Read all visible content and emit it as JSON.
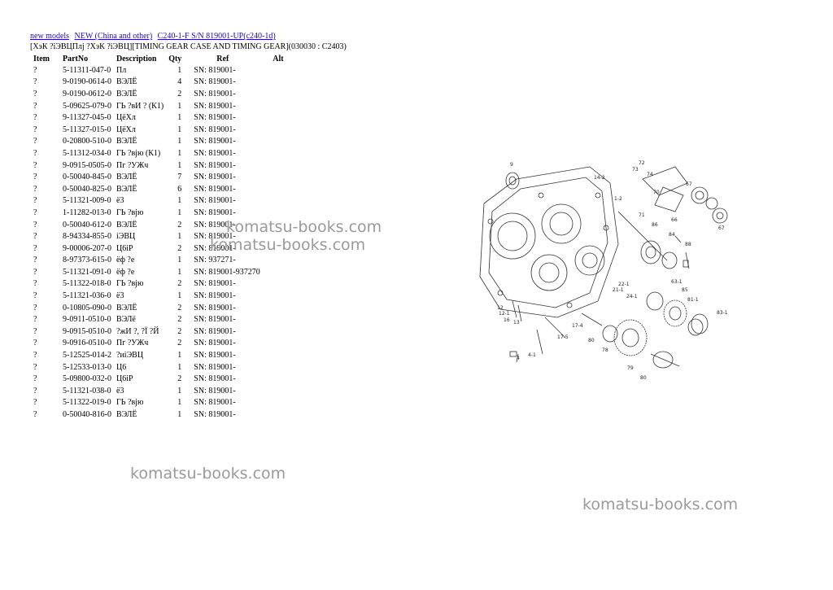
{
  "breadcrumb": {
    "links": [
      "new models",
      "NEW (China and other)",
      "C240-1-F S/N 819001-UP(c240-1d)"
    ]
  },
  "page_title": "[ХэК ?іЭВЦПлј ?ХэК ?іЭВЦ][TIMING GEAR CASE AND TIMING GEAR](030030 : C2403)",
  "table": {
    "headers": [
      "Item",
      "PartNo",
      "Description",
      "Qty",
      "Ref",
      "Alt"
    ],
    "rows": [
      {
        "item": "?",
        "part": "5-11311-047-0",
        "desc": "Пл",
        "qty": "1",
        "ref": "SN: 819001-",
        "alt": ""
      },
      {
        "item": "?",
        "part": "9-0190-0614-0",
        "desc": "ВЭЛЁ",
        "qty": "4",
        "ref": "SN: 819001-",
        "alt": ""
      },
      {
        "item": "?",
        "part": "9-0190-0612-0",
        "desc": "ВЭЛЁ",
        "qty": "2",
        "ref": "SN: 819001-",
        "alt": ""
      },
      {
        "item": "?",
        "part": "5-09625-079-0",
        "desc": "ГЬ ?вИ ? (К1)",
        "qty": "1",
        "ref": "SN: 819001-",
        "alt": ""
      },
      {
        "item": "?",
        "part": "9-11327-045-0",
        "desc": "ЦёХл",
        "qty": "1",
        "ref": "SN: 819001-",
        "alt": ""
      },
      {
        "item": "?",
        "part": "5-11327-015-0",
        "desc": "ЦёХл",
        "qty": "1",
        "ref": "SN: 819001-",
        "alt": ""
      },
      {
        "item": "?",
        "part": "0-20800-510-0",
        "desc": "ВЭЛЁ",
        "qty": "1",
        "ref": "SN: 819001-",
        "alt": ""
      },
      {
        "item": "?",
        "part": "5-11312-034-0",
        "desc": "ГЬ ?вјю (К1)",
        "qty": "1",
        "ref": "SN: 819001-",
        "alt": ""
      },
      {
        "item": "?",
        "part": "9-0915-0505-0",
        "desc": "Пг ?УЖч",
        "qty": "1",
        "ref": "SN: 819001-",
        "alt": ""
      },
      {
        "item": "?",
        "part": "0-50040-845-0",
        "desc": "ВЭЛЁ",
        "qty": "7",
        "ref": "SN: 819001-",
        "alt": ""
      },
      {
        "item": "?",
        "part": "0-50040-825-0",
        "desc": "ВЭЛЁ",
        "qty": "6",
        "ref": "SN: 819001-",
        "alt": ""
      },
      {
        "item": "?",
        "part": "5-11321-009-0",
        "desc": "ё3",
        "qty": "1",
        "ref": "SN: 819001-",
        "alt": ""
      },
      {
        "item": "?",
        "part": "1-11282-013-0",
        "desc": "ГЬ ?вјю",
        "qty": "1",
        "ref": "SN: 819001-",
        "alt": ""
      },
      {
        "item": "?",
        "part": "0-50040-612-0",
        "desc": "ВЭЛЁ",
        "qty": "2",
        "ref": "SN: 819001-",
        "alt": ""
      },
      {
        "item": "?",
        "part": "8-94334-855-0",
        "desc": "іЭВЦ",
        "qty": "1",
        "ref": "SN: 819001-",
        "alt": ""
      },
      {
        "item": "?",
        "part": "9-00006-207-0",
        "desc": "Ц6іР",
        "qty": "2",
        "ref": "SN: 819001-",
        "alt": ""
      },
      {
        "item": "?",
        "part": "8-97373-615-0",
        "desc": "ёф ?е",
        "qty": "1",
        "ref": "SN: 937271-",
        "alt": ""
      },
      {
        "item": "?",
        "part": "5-11321-091-0",
        "desc": "ёф ?е",
        "qty": "1",
        "ref": "SN: 819001-937270",
        "alt": ""
      },
      {
        "item": "?",
        "part": "5-11322-018-0",
        "desc": "ГЬ ?вјю",
        "qty": "2",
        "ref": "SN: 819001-",
        "alt": ""
      },
      {
        "item": "?",
        "part": "5-11321-036-0",
        "desc": "ё3",
        "qty": "1",
        "ref": "SN: 819001-",
        "alt": ""
      },
      {
        "item": "?",
        "part": "0-10805-090-0",
        "desc": "ВЭЛЁ",
        "qty": "2",
        "ref": "SN: 819001-",
        "alt": ""
      },
      {
        "item": "?",
        "part": "9-0911-0510-0",
        "desc": "ВЭЛё",
        "qty": "2",
        "ref": "SN: 819001-",
        "alt": ""
      },
      {
        "item": "?",
        "part": "9-0915-0510-0",
        "desc": "?жИ ?, ?Ї ?Й",
        "qty": "2",
        "ref": "SN: 819001-",
        "alt": ""
      },
      {
        "item": "?",
        "part": "9-0916-0510-0",
        "desc": "Пг ?УЖч",
        "qty": "2",
        "ref": "SN: 819001-",
        "alt": ""
      },
      {
        "item": "?",
        "part": "5-12525-014-2",
        "desc": "?иіЭВЦ",
        "qty": "1",
        "ref": "SN: 819001-",
        "alt": ""
      },
      {
        "item": "?",
        "part": "5-12533-013-0",
        "desc": "Ц6",
        "qty": "1",
        "ref": "SN: 819001-",
        "alt": ""
      },
      {
        "item": "?",
        "part": "5-09800-032-0",
        "desc": "Ц6іР",
        "qty": "2",
        "ref": "SN: 819001-",
        "alt": ""
      },
      {
        "item": "?",
        "part": "5-11321-038-0",
        "desc": "ё3",
        "qty": "1",
        "ref": "SN: 819001-",
        "alt": ""
      },
      {
        "item": "?",
        "part": "5-11322-019-0",
        "desc": "ГЬ ?вјю",
        "qty": "1",
        "ref": "SN: 819001-",
        "alt": ""
      },
      {
        "item": "?",
        "part": "0-50040-816-0",
        "desc": "ВЭЛЁ",
        "qty": "1",
        "ref": "SN: 819001-",
        "alt": ""
      }
    ]
  },
  "watermark": "komatsu-books.com",
  "diagram_labels": [
    "9",
    "72",
    "73",
    "74",
    "70",
    "67",
    "66",
    "67",
    "14-2",
    "1-2",
    "71",
    "86",
    "84",
    "88",
    "63-1",
    "22-1",
    "21-1",
    "24-1",
    "85",
    "81-1",
    "83-1",
    "12",
    "12-1",
    "16",
    "13",
    "4",
    "4-1",
    "17-4",
    "17-5",
    "80",
    "78",
    "79",
    "80"
  ]
}
